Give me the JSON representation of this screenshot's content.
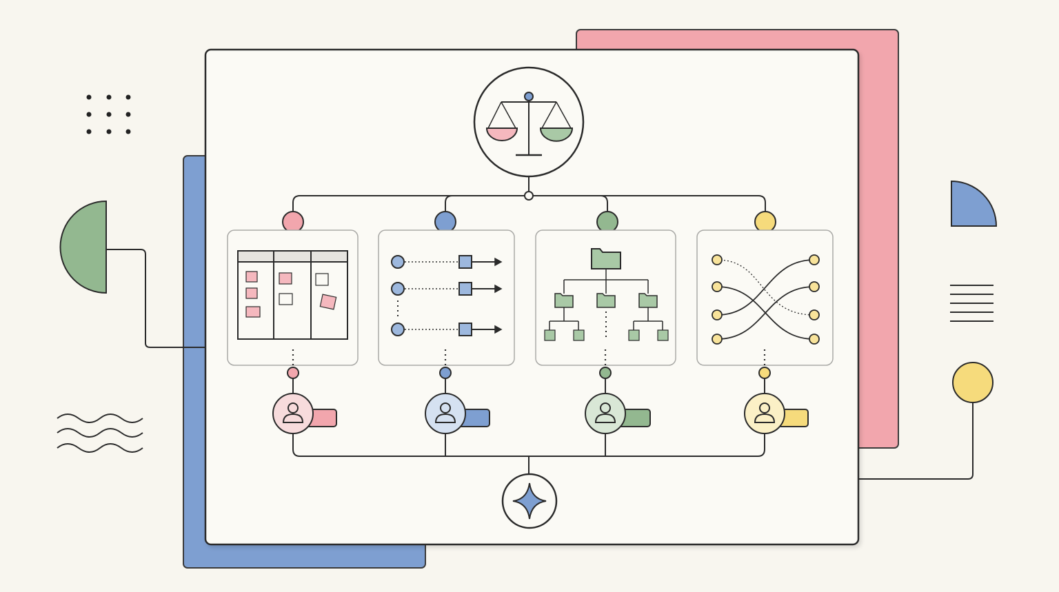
{
  "colors": {
    "background": "#f8f6ef",
    "paper": "#fbfaf5",
    "ink": "#2a2a2a",
    "frame_gray": "#a9a9a6",
    "pink": "#f2a6ad",
    "pink_fill": "#f5b8be",
    "blue": "#7e9fd1",
    "blue_fill": "#9db8de",
    "green": "#93b890",
    "green_fill": "#a9c9a6",
    "yellow": "#f6db7c",
    "yellow_fill": "#f8e39a",
    "back_panel_pink": "#f2a6ad",
    "back_panel_blue": "#7e9fd1"
  },
  "icons": {
    "top_hub": "balance-scale-icon",
    "bottom_hub": "four-point-star-icon",
    "panel_1": "kanban-board-icon",
    "panel_2": "parallel-pipeline-icon",
    "panel_3": "folder-hierarchy-icon",
    "panel_4": "crossing-connections-icon",
    "person": "person-icon",
    "decor_left": [
      "dot-grid-icon",
      "half-circle-icon",
      "wave-lines-icon"
    ],
    "decor_right": [
      "quarter-circle-icon",
      "horizontal-lines-icon",
      "circle-node-icon"
    ]
  },
  "branches": [
    {
      "id": "pink",
      "color_key": "pink",
      "panel_icon": "kanban-board-icon"
    },
    {
      "id": "blue",
      "color_key": "blue",
      "panel_icon": "parallel-pipeline-icon"
    },
    {
      "id": "green",
      "color_key": "green",
      "panel_icon": "folder-hierarchy-icon"
    },
    {
      "id": "yellow",
      "color_key": "yellow",
      "panel_icon": "crossing-connections-icon"
    }
  ]
}
